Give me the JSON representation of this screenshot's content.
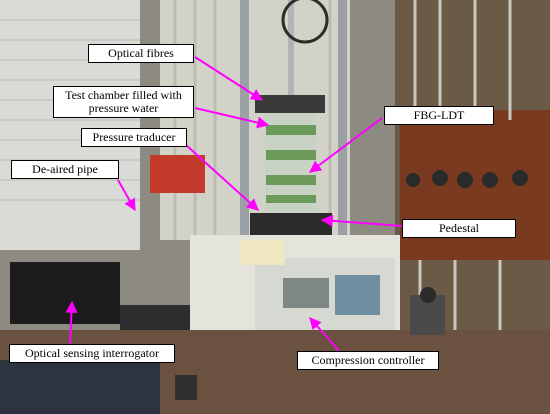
{
  "labels": {
    "optical_fibres": "Optical fibres",
    "test_chamber_line1": "Test chamber filled with",
    "test_chamber_line2": "pressure water",
    "pressure_traducer": "Pressure traducer",
    "fbg_ldt": "FBG-LDT",
    "de_aired_pipe": "De-aired pipe",
    "pedestal": "Pedestal",
    "optical_sensing_interrogator": "Optical sensing interrogator",
    "compression_controller": "Compression controller"
  },
  "colors": {
    "arrow": "#ff00ff",
    "label_background": "#ffffff",
    "label_border": "#000000"
  }
}
